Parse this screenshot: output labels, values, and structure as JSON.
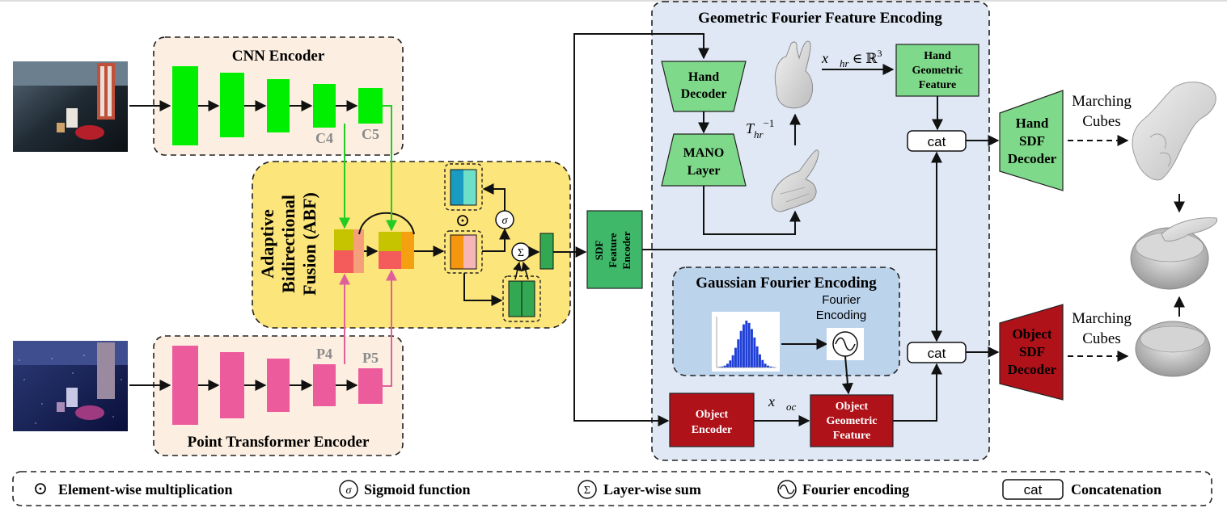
{
  "encoders": {
    "cnn_title": "CNN Encoder",
    "pt_title": "Point Transformer Encoder",
    "c4": "C4",
    "c5": "C5",
    "p4": "P4",
    "p5": "P5"
  },
  "abf": {
    "title_line1": "Adaptive",
    "title_line2": "Bidirectional",
    "title_line3": "Fusion (ABF)",
    "sigma": "σ",
    "odot": "⊙",
    "sum": "Σ"
  },
  "sdf_feature_encoder": {
    "line1": "SDF",
    "line2": "Feature",
    "line3": "Encoder"
  },
  "geometric": {
    "title": "Geometric Fourier Feature Encoding",
    "hand_decoder_line1": "Hand",
    "hand_decoder_line2": "Decoder",
    "mano_line1": "MANO",
    "mano_line2": "Layer",
    "x_hr": "x⃗",
    "x_hr_sub": "hr",
    "x_hr_in": "∈ ℝ",
    "x_hr_sup": "3",
    "t_hr": "T",
    "t_hr_sub": "hr",
    "t_hr_sup": "−1",
    "hand_geo_line1": "Hand",
    "hand_geo_line2": "Geometric",
    "hand_geo_line3": "Feature",
    "cat_top": "cat"
  },
  "gaussian": {
    "title": "Gaussian Fourier Encoding",
    "fourier_line1": "Fourier",
    "fourier_line2": "Encoding",
    "cat_bottom": "cat",
    "x_oc": "x⃗",
    "x_oc_sub": "oc",
    "object_encoder_line1": "Object",
    "object_encoder_line2": "Encoder",
    "obj_geo_line1": "Object",
    "obj_geo_line2": "Geometric",
    "obj_geo_line3": "Feature"
  },
  "decoders": {
    "hand_line1": "Hand",
    "hand_line2": "SDF",
    "hand_line3": "Decoder",
    "object_line1": "Object",
    "object_line2": "SDF",
    "object_line3": "Decoder",
    "mc_top_line1": "Marching",
    "mc_top_line2": "Cubes",
    "mc_bottom_line1": "Marching",
    "mc_bottom_line2": "Cubes"
  },
  "legend": {
    "odot_symbol": "⊙",
    "odot_label": "Element-wise multiplication",
    "sigma_symbol": "σ",
    "sigma_label": "Sigmoid function",
    "sum_symbol": "Σ",
    "sum_label": "Layer-wise sum",
    "fourier_label": "Fourier encoding",
    "cat_symbol": "cat",
    "cat_label": "Concatenation"
  },
  "colors": {
    "cnn_green": "#00ee00",
    "pt_pink": "#ee5599",
    "abf_yellow": "#fce57a",
    "light_green": "#7fd98a",
    "sdf_green": "#3fb86a",
    "dark_red": "#b0121a",
    "panel_blue": "#dde8f5",
    "gauss_blue": "#bcd3ec",
    "encoder_bg": "#fcefe2"
  },
  "histogram_bins": [
    0.01,
    0.02,
    0.04,
    0.08,
    0.15,
    0.26,
    0.42,
    0.6,
    0.78,
    0.92,
    1.0,
    0.95,
    0.82,
    0.64,
    0.45,
    0.28,
    0.16,
    0.08,
    0.04,
    0.02,
    0.01
  ]
}
